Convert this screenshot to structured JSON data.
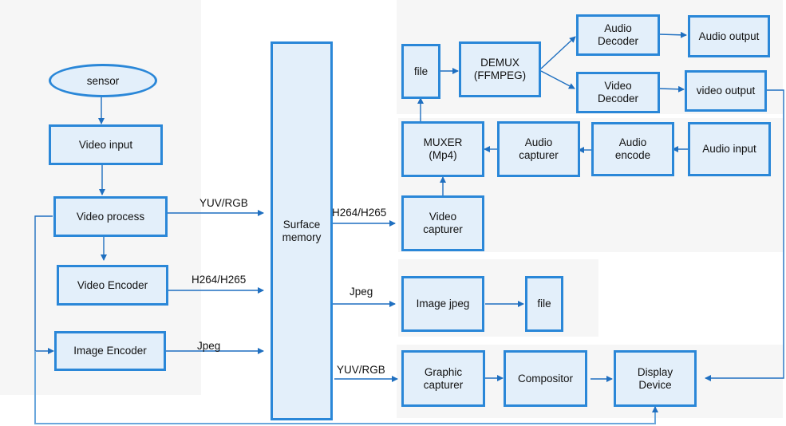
{
  "colors": {
    "panel_bg": "#f6f6f6",
    "box_border": "#2a87d8",
    "box_fill": "#e3effa",
    "wire": "#1f6fc0"
  },
  "source": {
    "sensor": "sensor",
    "video_input": "Video  input",
    "video_process": "Video process",
    "video_encoder": "Video Encoder",
    "image_encoder": "Image Encoder"
  },
  "center": {
    "surface_memory": "Surface\nmemory"
  },
  "left_labels": {
    "yuv_rgb": "YUV/RGB",
    "h264_h265": "H264/H265",
    "jpeg": "Jpeg"
  },
  "right_labels": {
    "h264_h265": "H264/H265",
    "jpeg": "Jpeg",
    "yuv_rgb": "YUV/RGB"
  },
  "playback": {
    "file": "file",
    "demux": "DEMUX\n(FFMPEG)",
    "audio_decoder": "Audio\nDecoder",
    "video_decoder": "Video\nDecoder",
    "audio_output": "Audio output",
    "video_output": "video output"
  },
  "recording": {
    "muxer": "MUXER\n(Mp4)",
    "audio_capturer": "Audio\ncapturer",
    "audio_encode": "Audio\nencode",
    "audio_input": "Audio input",
    "video_capturer": "Video\ncapturer"
  },
  "snapshot": {
    "image_jpeg": "Image jpeg",
    "file": "file"
  },
  "display": {
    "graphic_capturer": "Graphic\ncapturer",
    "compositor": "Compositor",
    "display_device": "Display\nDevice"
  }
}
